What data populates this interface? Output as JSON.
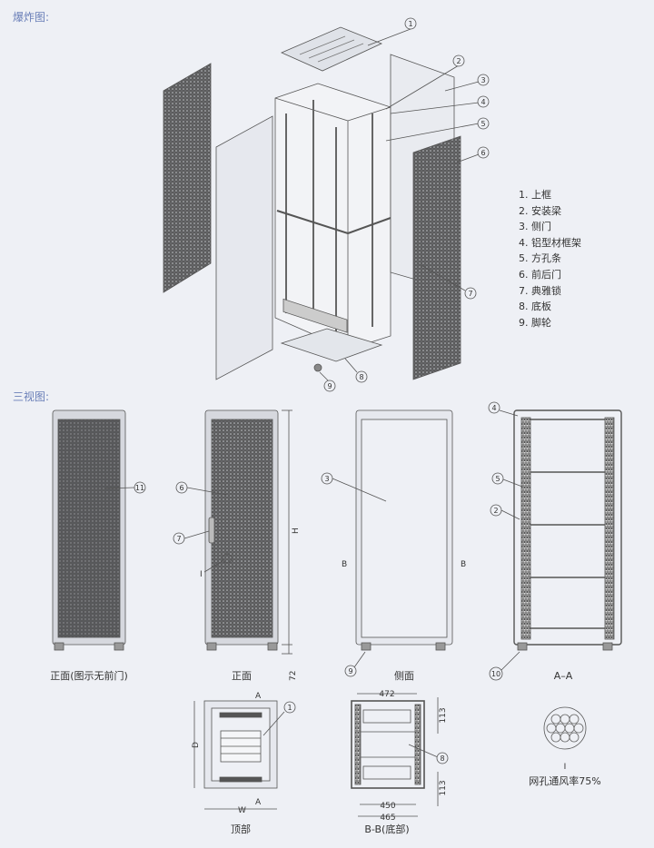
{
  "headings": {
    "exploded": "爆炸图:",
    "three_view": "三视图:"
  },
  "legend": [
    "1. 上框",
    "2. 安装梁",
    "3. 侧门",
    "4. 铝型材框架",
    "5. 方孔条",
    "6. 前后门",
    "7. 典雅锁",
    "8. 底板",
    "9. 脚轮"
  ],
  "views": {
    "front_no_door": "正面(图示无前门)",
    "front": "正面",
    "side": "侧面",
    "section_aa": "A–A",
    "top": "顶部",
    "bottom": "B-B(底部)",
    "detail_mark": "I",
    "mesh_note": "网孔通风率75%"
  },
  "dimensions": {
    "H": "H",
    "foot": "72",
    "D": "D",
    "W": "W",
    "A": "A",
    "B": "B",
    "w472": "472",
    "d113": "113",
    "w450": "450",
    "w465": "465"
  },
  "callouts": [
    "1",
    "2",
    "3",
    "4",
    "5",
    "6",
    "7",
    "8",
    "9",
    "10",
    "11"
  ],
  "colors": {
    "heading": "#6a7fb8",
    "line": "#555555",
    "background": "#eef0f5"
  }
}
